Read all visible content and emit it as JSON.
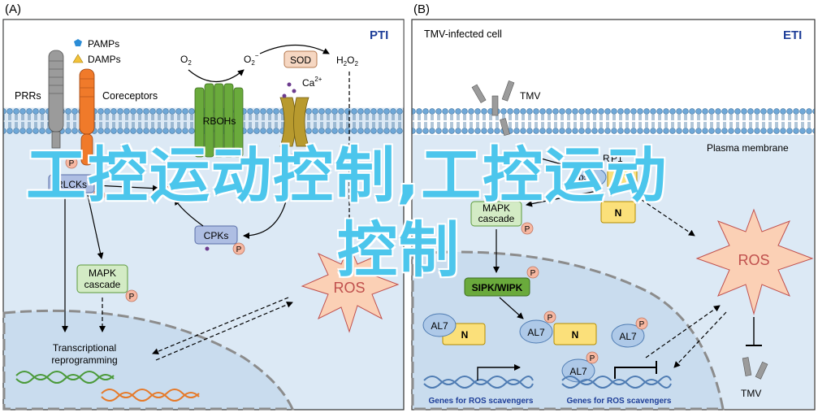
{
  "panel_a": {
    "letter": "(A)",
    "badge": "PTI",
    "legend": {
      "pamps": "PAMPs",
      "damps": "DAMPs"
    },
    "prrs": "PRRs",
    "coreceptors": "Coreceptors",
    "o2_left": "O",
    "o2_left_sub": "2",
    "o2_right": "O",
    "o2_right_sub": "2",
    "o2_right_sup": "−",
    "sod": "SOD",
    "h2o2": "H",
    "h2o2_sub": "2",
    "h2o2_tail": "O",
    "h2o2_sub2": "2",
    "ca": "Ca",
    "ca_sup": "2+",
    "rbohs": "RBOHs",
    "rlcks": "RLCKs",
    "p": "P",
    "cpks": "CPKs",
    "mapk_1": "MAPK",
    "mapk_2": "cascade",
    "ros": "ROS",
    "tr_1": "Transcriptional",
    "tr_2": "reprogramming"
  },
  "panel_b": {
    "letter": "(B)",
    "badge": "ETI",
    "title": "TMV-infected cell",
    "tmv_top": "TMV",
    "plasma": "Plasma membrane",
    "p50": "p50",
    "n": "N",
    "mapk_1": "MAPK",
    "mapk_2": "cascade",
    "sipk": "SIPK/WIPK",
    "al7": "AL7",
    "p": "P",
    "ros": "ROS",
    "genes_1": "Genes for ROS scavengers",
    "genes_2": "Genes for ROS scavengers",
    "tmv_bottom": "TMV",
    "r_fragment": "R",
    "p1_fragment": "P1"
  },
  "overlay": {
    "line1": "工控运动控制,工控运动",
    "line2": "控制"
  },
  "colors": {
    "cytoplasm": "#dce9f5",
    "membrane_head": "#6fa8d8",
    "nucleus": "#c9dcee",
    "ros_fill": "#fbd0b5",
    "ros_text": "#c0504d",
    "rbohs": "#6aaa3c",
    "mapk_fill": "#d3ebc5",
    "rlcks_fill": "#aebee3",
    "n_fill": "#fbe07a",
    "al7_fill": "#aec9e8",
    "p_fill": "#f7b8a2",
    "overlay": "#4cc6ec"
  }
}
